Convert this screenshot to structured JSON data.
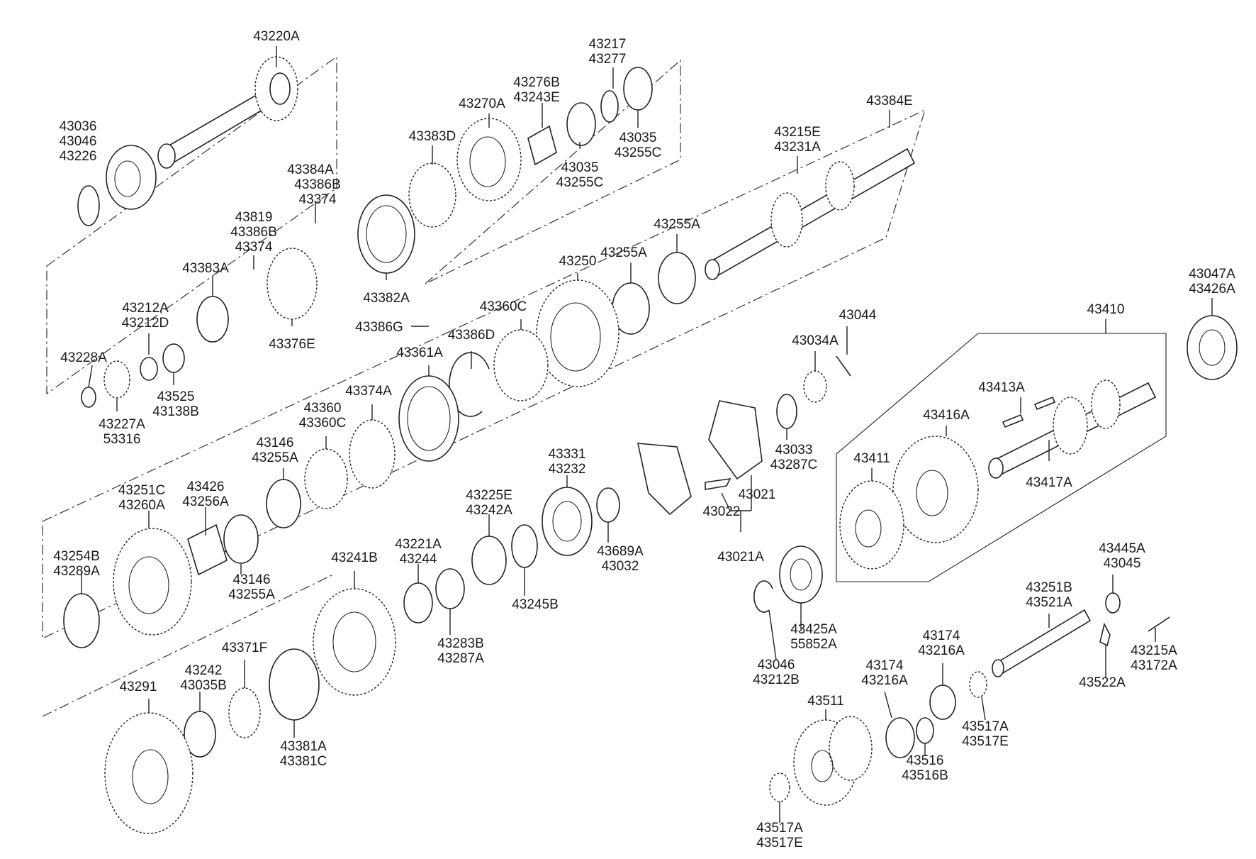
{
  "parts": [
    {
      "id": "p43220A",
      "lines": [
        "43220A"
      ]
    },
    {
      "id": "p43036",
      "lines": [
        "43036",
        "43046",
        "43226"
      ]
    },
    {
      "id": "p43270A",
      "lines": [
        "43270A"
      ]
    },
    {
      "id": "p43276B",
      "lines": [
        "43276B",
        "43243E"
      ]
    },
    {
      "id": "p43217",
      "lines": [
        "43217",
        "43277"
      ]
    },
    {
      "id": "p43035a",
      "lines": [
        "43035",
        "43255C"
      ]
    },
    {
      "id": "p43035b",
      "lines": [
        "43035",
        "43255C"
      ]
    },
    {
      "id": "p43383D",
      "lines": [
        "43383D"
      ]
    },
    {
      "id": "p43384E",
      "lines": [
        "43384E"
      ]
    },
    {
      "id": "p43215E",
      "lines": [
        "43215E",
        "43231A"
      ]
    },
    {
      "id": "p43384A",
      "lines": [
        "43384A",
        "43386B",
        "43374"
      ]
    },
    {
      "id": "p43819",
      "lines": [
        "43819",
        "43386B",
        "43374"
      ]
    },
    {
      "id": "p43383A",
      "lines": [
        "43383A"
      ]
    },
    {
      "id": "p43382A",
      "lines": [
        "43382A"
      ]
    },
    {
      "id": "p43376E",
      "lines": [
        "43376E"
      ]
    },
    {
      "id": "p43255Aa",
      "lines": [
        "43255A"
      ]
    },
    {
      "id": "p43255Ab",
      "lines": [
        "43255A"
      ]
    },
    {
      "id": "p43250",
      "lines": [
        "43250"
      ]
    },
    {
      "id": "p43212A",
      "lines": [
        "43212A",
        "43212D"
      ]
    },
    {
      "id": "p43228A",
      "lines": [
        "43228A"
      ]
    },
    {
      "id": "p43525",
      "lines": [
        "43525",
        "43138B"
      ]
    },
    {
      "id": "p43227A",
      "lines": [
        "43227A",
        "53316"
      ]
    },
    {
      "id": "p43386G",
      "lines": [
        "43386G"
      ]
    },
    {
      "id": "p43360C",
      "lines": [
        "43360C"
      ]
    },
    {
      "id": "p43386D",
      "lines": [
        "43386D"
      ]
    },
    {
      "id": "p43361A",
      "lines": [
        "43361A"
      ]
    },
    {
      "id": "p43374A",
      "lines": [
        "43374A"
      ]
    },
    {
      "id": "p43360",
      "lines": [
        "43360",
        "43360C"
      ]
    },
    {
      "id": "p43146a",
      "lines": [
        "43146",
        "43255A"
      ]
    },
    {
      "id": "p43146b",
      "lines": [
        "43146",
        "43255A"
      ]
    },
    {
      "id": "p43426",
      "lines": [
        "43426",
        "43256A"
      ]
    },
    {
      "id": "p43251C",
      "lines": [
        "43251C",
        "43260A"
      ]
    },
    {
      "id": "p43254B",
      "lines": [
        "43254B",
        "43289A"
      ]
    },
    {
      "id": "p43331",
      "lines": [
        "43331",
        "43232"
      ]
    },
    {
      "id": "p43225E",
      "lines": [
        "43225E",
        "43242A"
      ]
    },
    {
      "id": "p43221A",
      "lines": [
        "43221A",
        "43244"
      ]
    },
    {
      "id": "p43241B",
      "lines": [
        "43241B"
      ]
    },
    {
      "id": "p43245B",
      "lines": [
        "43245B"
      ]
    },
    {
      "id": "p43283B",
      "lines": [
        "43283B",
        "43287A"
      ]
    },
    {
      "id": "p43689A",
      "lines": [
        "43689A",
        "43032"
      ]
    },
    {
      "id": "p43371F",
      "lines": [
        "43371F"
      ]
    },
    {
      "id": "p43242",
      "lines": [
        "43242",
        "43035B"
      ]
    },
    {
      "id": "p43291",
      "lines": [
        "43291"
      ]
    },
    {
      "id": "p43381A",
      "lines": [
        "43381A",
        "43381C"
      ]
    },
    {
      "id": "p43034A",
      "lines": [
        "43034A"
      ]
    },
    {
      "id": "p43044",
      "lines": [
        "43044"
      ]
    },
    {
      "id": "p43033",
      "lines": [
        "43033",
        "43287C"
      ]
    },
    {
      "id": "p43021",
      "lines": [
        "43021"
      ]
    },
    {
      "id": "p43022",
      "lines": [
        "43022"
      ]
    },
    {
      "id": "p43021A",
      "lines": [
        "43021A"
      ]
    },
    {
      "id": "p43410",
      "lines": [
        "43410"
      ]
    },
    {
      "id": "p43047A",
      "lines": [
        "43047A",
        "43426A"
      ]
    },
    {
      "id": "p43413A",
      "lines": [
        "43413A"
      ]
    },
    {
      "id": "p43416A",
      "lines": [
        "43416A"
      ]
    },
    {
      "id": "p43411",
      "lines": [
        "43411"
      ]
    },
    {
      "id": "p43417A",
      "lines": [
        "43417A"
      ]
    },
    {
      "id": "p43425A",
      "lines": [
        "43425A",
        "55852A"
      ]
    },
    {
      "id": "p43046b",
      "lines": [
        "43046",
        "43212B"
      ]
    },
    {
      "id": "p43251B",
      "lines": [
        "43251B",
        "43521A"
      ]
    },
    {
      "id": "p43445A",
      "lines": [
        "43445A",
        "43045"
      ]
    },
    {
      "id": "p43215A",
      "lines": [
        "43215A",
        "43172A"
      ]
    },
    {
      "id": "p43522A",
      "lines": [
        "43522A"
      ]
    },
    {
      "id": "p43174a",
      "lines": [
        "43174",
        "43216A"
      ]
    },
    {
      "id": "p43174b",
      "lines": [
        "43174",
        "43216A"
      ]
    },
    {
      "id": "p43511",
      "lines": [
        "43511"
      ]
    },
    {
      "id": "p43517Aa",
      "lines": [
        "43517A",
        "43517E"
      ]
    },
    {
      "id": "p43516",
      "lines": [
        "43516",
        "43516B"
      ]
    },
    {
      "id": "p43517Ab",
      "lines": [
        "43517A",
        "43517E"
      ]
    }
  ]
}
